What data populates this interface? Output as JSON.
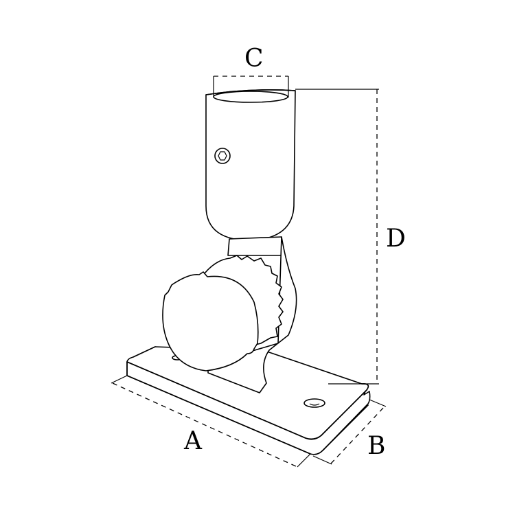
{
  "diagram": {
    "subject": "swivel tube base mount with knurled hinge knuckle, set screw and two-hole base plate",
    "line_color": "#000000",
    "background": "#ffffff",
    "dimension_labels": {
      "A": "A",
      "B": "B",
      "C": "C",
      "D": "D"
    },
    "dimension_meanings": {
      "A": "base plate length",
      "B": "base plate width",
      "C": "tube socket inner diameter",
      "D": "overall height"
    }
  }
}
